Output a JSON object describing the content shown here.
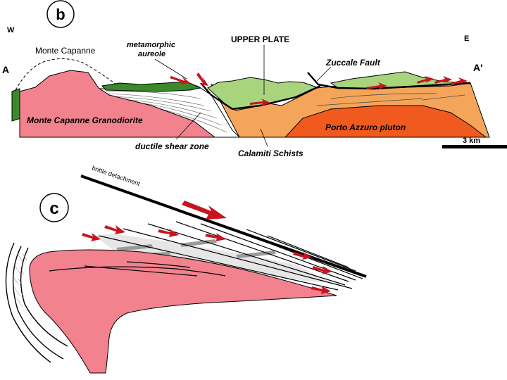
{
  "panel_b": {
    "letter": "b",
    "west": "W",
    "east": "E",
    "point_a": "A",
    "point_a_prime": "A'",
    "labels": {
      "monte_capanne": "Monte Capanne",
      "metamorphic_aureole_1": "metamorphic",
      "metamorphic_aureole_2": "aureole",
      "upper_plate": "UPPER PLATE",
      "zuccale_fault": "Zuccale Fault",
      "granodiorite": "Monte Capanne Granodiorite",
      "porto_azzuro": "Porto Azzuro pluton",
      "ductile_shear_zone": "ductile shear zone",
      "calamiti_schists": "Calamiti Schists",
      "scale": "3 km"
    }
  },
  "panel_c": {
    "letter": "c",
    "labels": {
      "brittle_detachment": "brittle  detachment"
    }
  },
  "colors": {
    "granodiorite": "#f2828e",
    "schist": "#f4a55a",
    "porto_azzuro": "#f05a1e",
    "upper_plate": "#a8d47e",
    "aureole": "#3a8a2a",
    "arrow": "#c8141e"
  }
}
